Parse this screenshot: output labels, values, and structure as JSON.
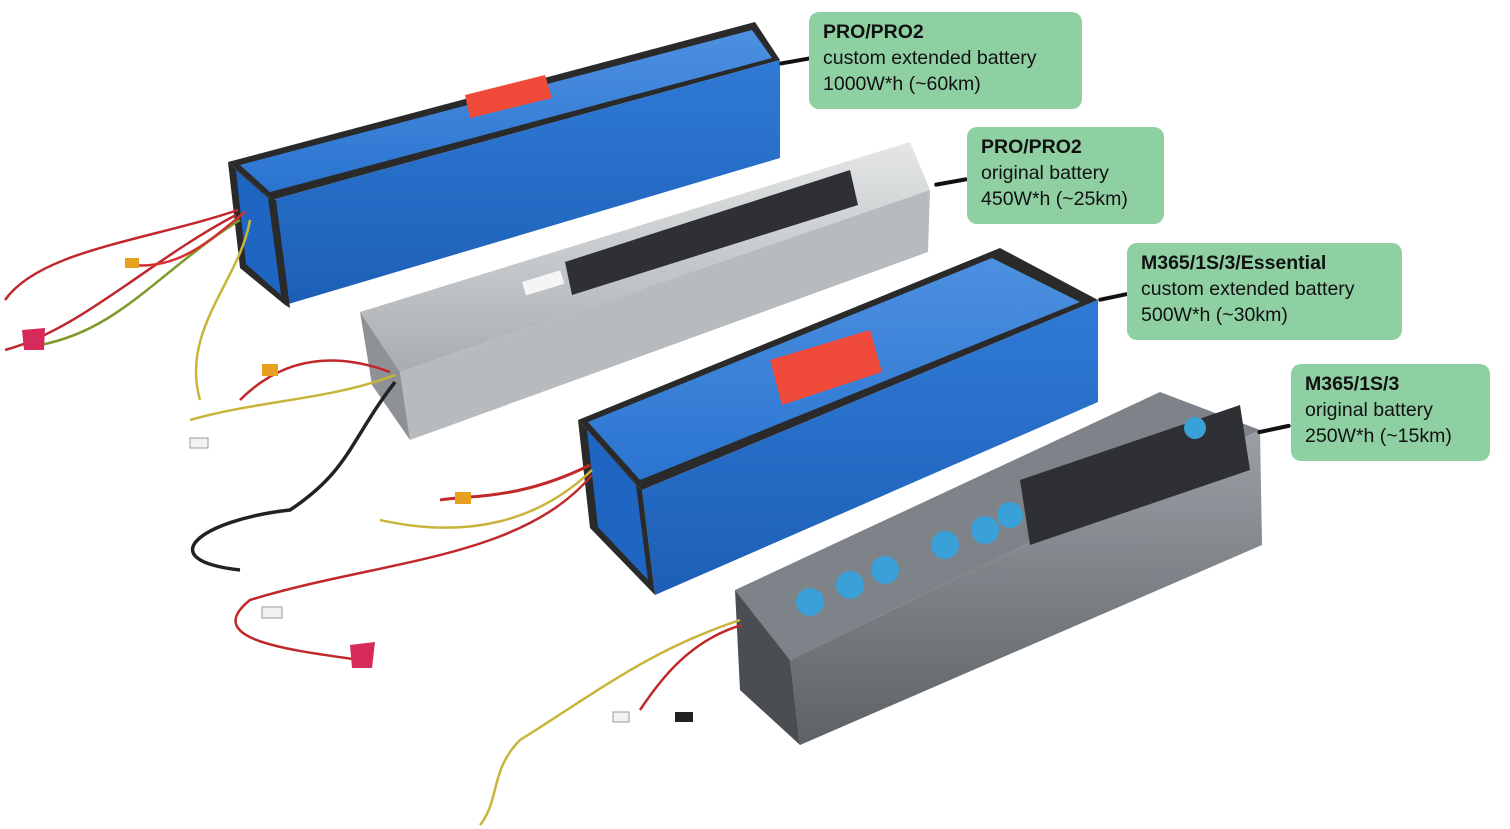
{
  "labels": [
    {
      "name": "PRO/PRO2",
      "desc": "custom extended battery",
      "cap": "1000W*h (~60km)"
    },
    {
      "name": "PRO/PRO2",
      "desc": "original battery",
      "cap": "450W*h (~25km)"
    },
    {
      "name": "M365/1S/3/Essential",
      "desc": "custom extended battery",
      "cap": "500W*h (~30km)"
    },
    {
      "name": "M365/1S/3",
      "desc": "original battery",
      "cap": "250W*h (~15km)"
    }
  ],
  "colors": {
    "label_bg": "#8fd0a3",
    "battery_blue": "#1f6fd0",
    "foam_black": "#2a2a2a",
    "aluminium": "#c9ccce",
    "sticker_red": "#f04a3a"
  }
}
